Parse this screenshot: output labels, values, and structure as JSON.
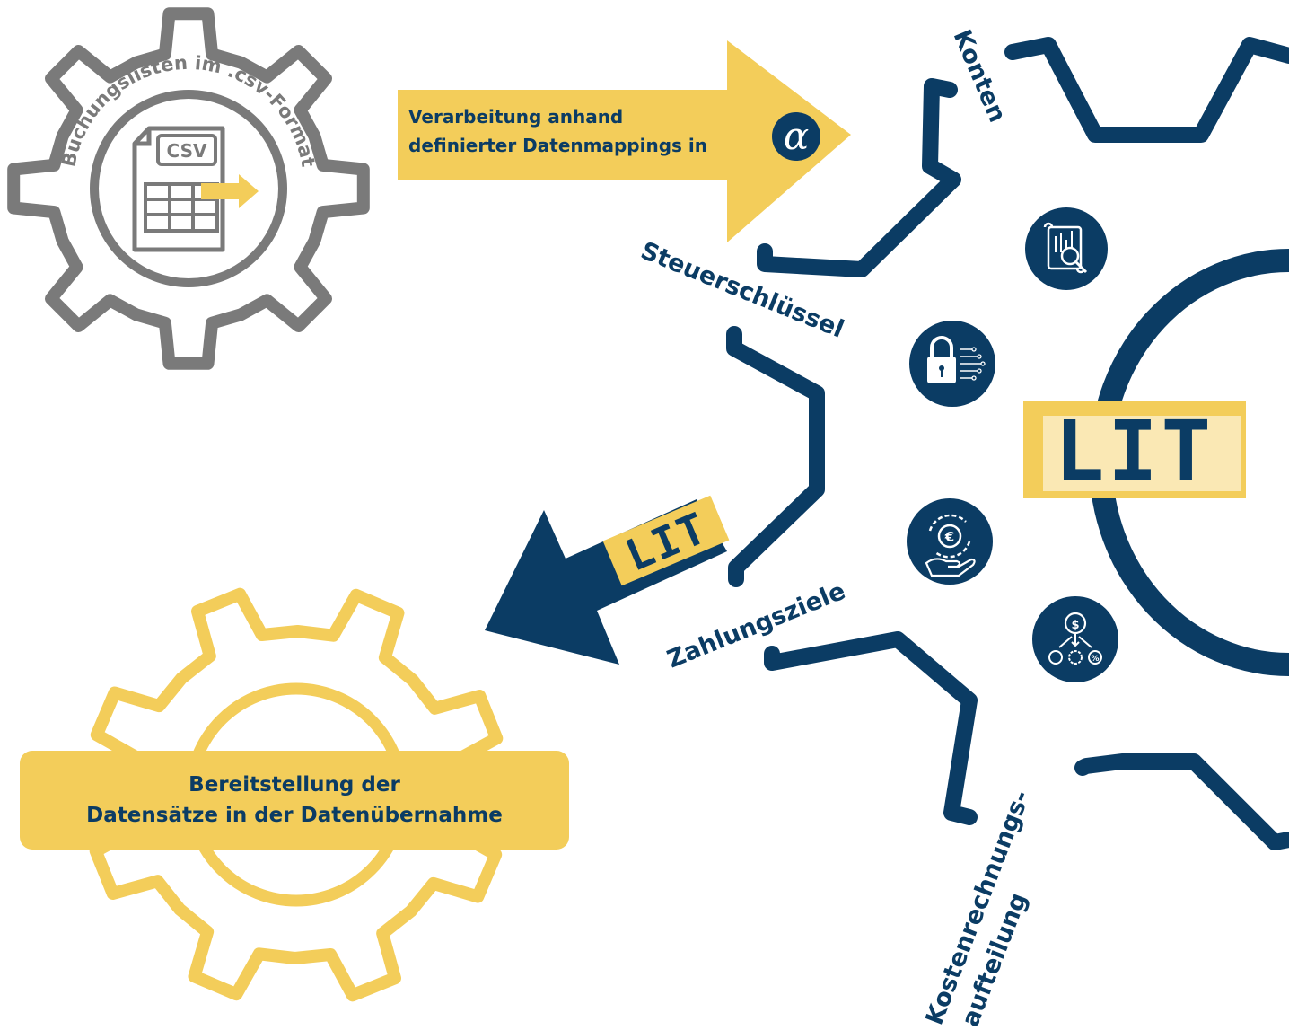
{
  "gear_csv": {
    "label": "Buchungslisten im .csv-Format",
    "file_tag": "CSV"
  },
  "process_arrow": {
    "line1": "Verarbeitung anhand",
    "line2": "definierter Datenmappings in",
    "logo_symbol": "α"
  },
  "lit_gear": {
    "logo": "LIT",
    "labels": {
      "konten": "Konten",
      "steuerschluessel": "Steuerschlüssel",
      "zahlungsziele": "Zahlungsziele",
      "kostenrechnung_line1": "Kostenrechnungs-",
      "kostenrechnung_line2": "aufteilung"
    },
    "icons": [
      "document-analysis-icon",
      "lock-circuit-icon",
      "euro-cycle-hand-icon",
      "cost-distribution-icon"
    ]
  },
  "output_arrow": {
    "badge": "LIT"
  },
  "target_gear": {
    "banner_line1": "Bereitstellung der",
    "banner_line2": "Datensätze in der Datenübernahme"
  },
  "colors": {
    "navy": "#0b3c64",
    "yellow": "#f3cd5a",
    "gray": "#7a7a7a"
  }
}
